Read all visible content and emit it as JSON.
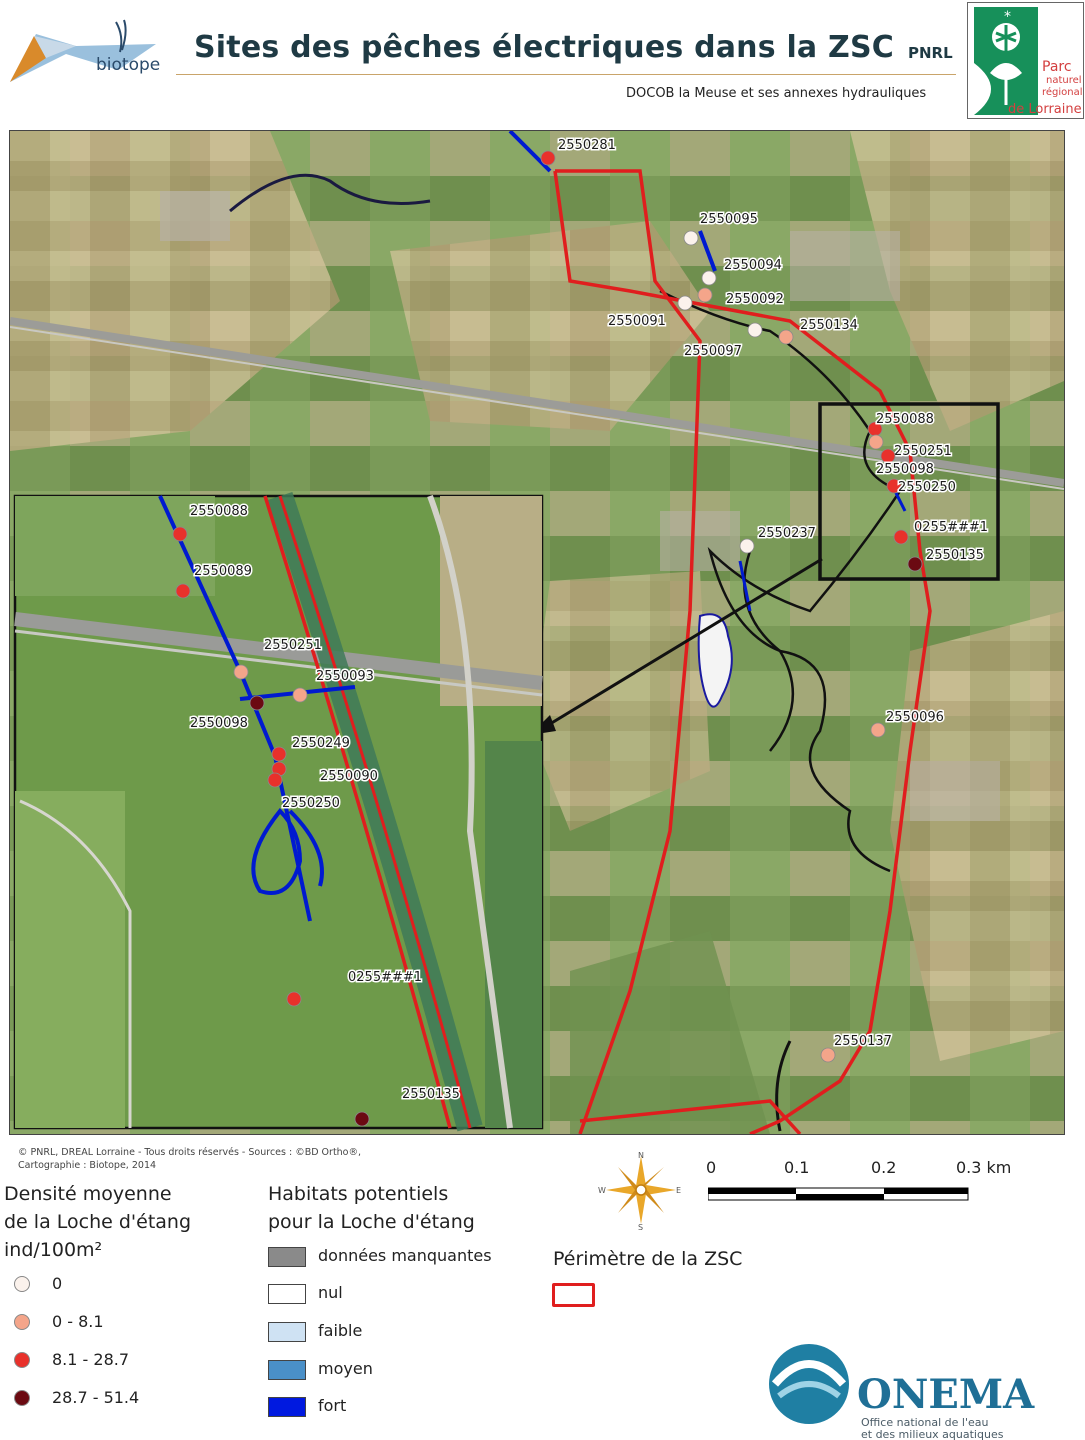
{
  "header": {
    "title": "Sites des pêches électriques dans la ZSC",
    "organisation": "PNRL",
    "subtitle": "DOCOB la Meuse et ses annexes hydrauliques",
    "biotope_logo_text": "biotope",
    "parc_logo_lines": [
      "Parc",
      "naturel",
      "régional",
      "de Lorraine"
    ]
  },
  "map": {
    "main_sites": [
      {
        "id": "2550281",
        "class": "8.1 - 28.7"
      },
      {
        "id": "2550095",
        "class": "0"
      },
      {
        "id": "2550094",
        "class": "0"
      },
      {
        "id": "2550092",
        "class": "0 - 8.1"
      },
      {
        "id": "2550091",
        "class": "0"
      },
      {
        "id": "2550134",
        "class": "0 - 8.1"
      },
      {
        "id": "2550097",
        "class": "0"
      },
      {
        "id": "2550088",
        "class": "8.1 - 28.7"
      },
      {
        "id": "2550251",
        "class": "0 - 8.1"
      },
      {
        "id": "2550098",
        "class": "8.1 - 28.7"
      },
      {
        "id": "2550250",
        "class": "8.1 - 28.7"
      },
      {
        "id": "0255###1",
        "class": "8.1 - 28.7"
      },
      {
        "id": "2550135",
        "class": "28.7 - 51.4"
      },
      {
        "id": "2550237",
        "class": "0"
      },
      {
        "id": "2550096",
        "class": "0 - 8.1"
      },
      {
        "id": "2550137",
        "class": "0 - 8.1"
      }
    ],
    "inset_sites": [
      {
        "id": "2550088",
        "class": "8.1 - 28.7"
      },
      {
        "id": "2550089",
        "class": "8.1 - 28.7"
      },
      {
        "id": "2550251",
        "class": "0 - 8.1"
      },
      {
        "id": "2550093",
        "class": "0 - 8.1"
      },
      {
        "id": "2550098",
        "class": "28.7 - 51.4"
      },
      {
        "id": "2550249",
        "class": "8.1 - 28.7"
      },
      {
        "id": "2550090",
        "class": "8.1 - 28.7"
      },
      {
        "id": "2550250",
        "class": "8.1 - 28.7"
      },
      {
        "id": "0255###1",
        "class": "8.1 - 28.7"
      },
      {
        "id": "2550135",
        "class": "28.7 - 51.4"
      }
    ]
  },
  "credits": {
    "line1": "© PNRL, DREAL Lorraine - Tous droits réservés - Sources : ©BD Ortho®,",
    "line2": "Cartographie : Biotope, 2014"
  },
  "legend_density": {
    "title_lines": [
      "Densité moyenne",
      "de la Loche d'étang",
      "ind/100m²"
    ],
    "items": [
      {
        "label": "0",
        "color": "#fbf2ec"
      },
      {
        "label": "0 - 8.1",
        "color": "#f4a58a"
      },
      {
        "label": "8.1 - 28.7",
        "color": "#e8312b"
      },
      {
        "label": "28.7 - 51.4",
        "color": "#6b0a12"
      }
    ]
  },
  "legend_habitat": {
    "title_lines": [
      "Habitats potentiels",
      "pour la Loche d'étang"
    ],
    "items": [
      {
        "label": "données manquantes",
        "color": "#8a8a8a"
      },
      {
        "label": "nul",
        "color": "#ffffff"
      },
      {
        "label": "faible",
        "color": "#cfe2f3"
      },
      {
        "label": "moyen",
        "color": "#4a90c8"
      },
      {
        "label": "fort",
        "color": "#0019e0"
      }
    ]
  },
  "legend_perimeter": {
    "title": "Périmètre de la ZSC",
    "color": "#e01e1e"
  },
  "scale": {
    "ticks": [
      "0",
      "0.1",
      "0.2",
      "0.3 km"
    ]
  },
  "compass": {
    "n": "N",
    "s": "S",
    "e": "E",
    "w": "W"
  },
  "onema": {
    "name": "ONEMA",
    "line1": "Office national de l'eau",
    "line2": "et des milieux aquatiques"
  }
}
